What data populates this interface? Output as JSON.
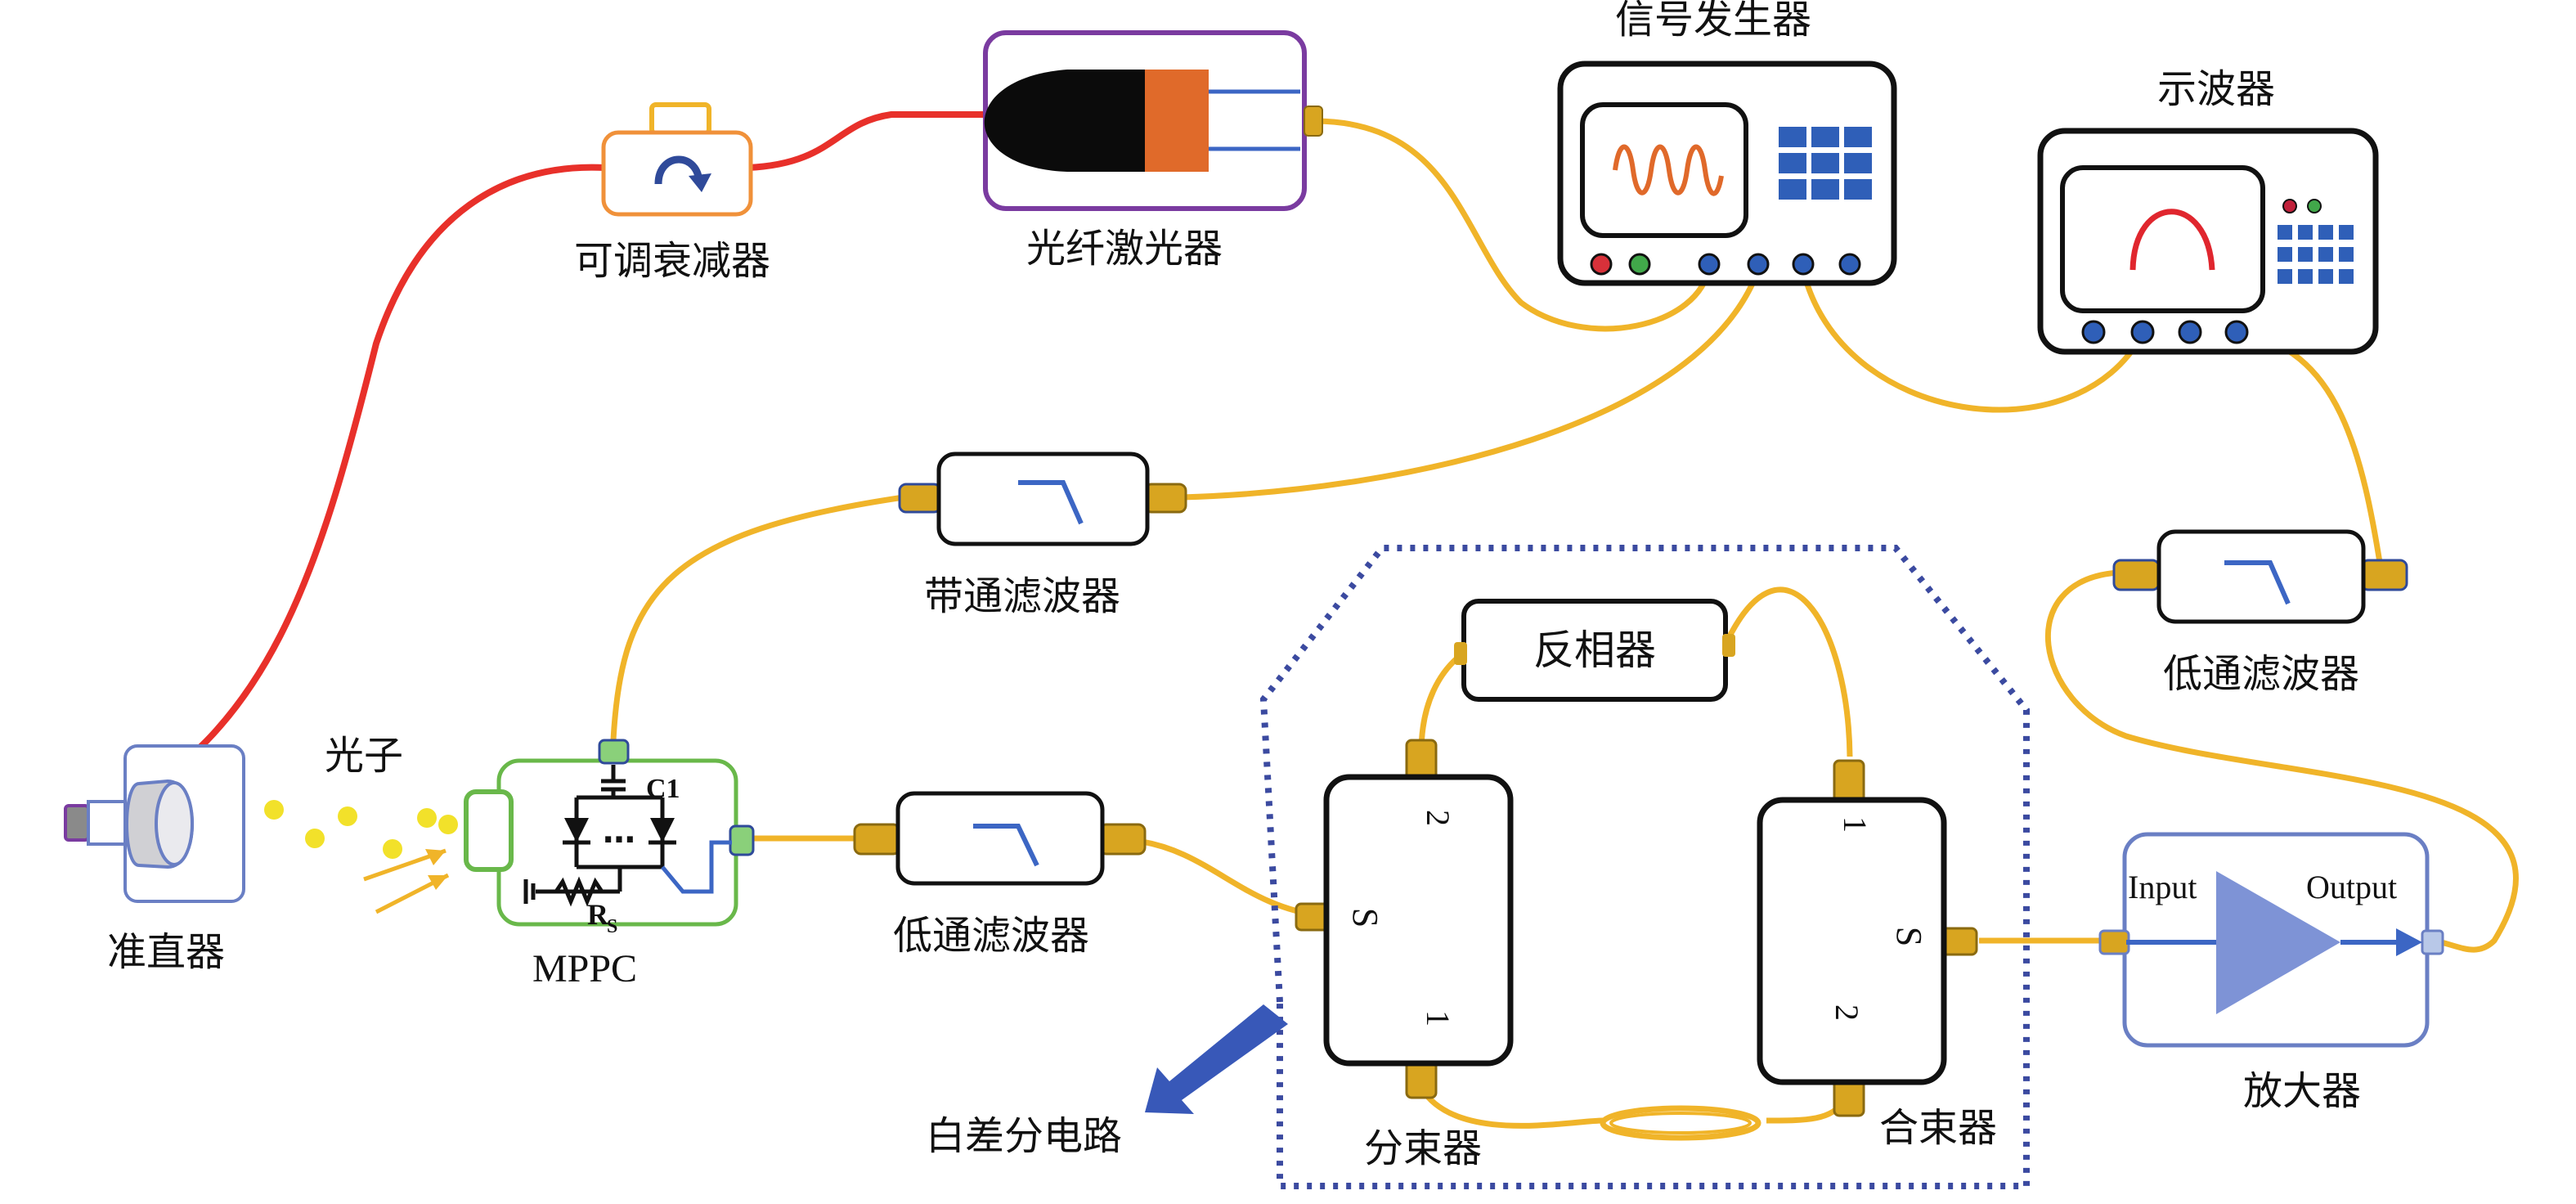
{
  "labels": {
    "attenuator": "可调衰减器",
    "fiber_laser": "光纤激光器",
    "signal_generator": "信号发生器",
    "oscilloscope": "示波器",
    "bandpass_filter": "带通滤波器",
    "lowpass_filter_1": "低通滤波器",
    "lowpass_filter_2": "低通滤波器",
    "inverter": "反相器",
    "collimator": "准直器",
    "photon": "光子",
    "mppc": "MPPC",
    "c1": "C1",
    "rs": "R",
    "rs_sub": "S",
    "splitter": "分束器",
    "combiner": "合束器",
    "amplifier": "放大器",
    "amp_input": "Input",
    "amp_output": "Output",
    "differential_circuit": "白差分电路",
    "splitter_port_s": "S",
    "splitter_port_1": "1",
    "splitter_port_2": "2",
    "combiner_port_1": "1",
    "combiner_port_2": "2",
    "combiner_port_s": "S",
    "ellipsis": "…"
  },
  "colors": {
    "optical_fiber": "#e8302a",
    "electrical_cable": "#f0b429",
    "connector_gold": "#d8a520",
    "attenuator_border": "#f0913a",
    "laser_border": "#7a3ba0",
    "laser_tip": "#e06a2a",
    "mppc_border": "#69b84a",
    "amplifier_border": "#6a7fc4",
    "amplifier_fill": "#7e93d6",
    "differential_border": "#3b4aa0",
    "filter_curve": "#3c66c4",
    "arrow_blue": "#3858b8",
    "photon_yellow": "#f2e12a"
  }
}
